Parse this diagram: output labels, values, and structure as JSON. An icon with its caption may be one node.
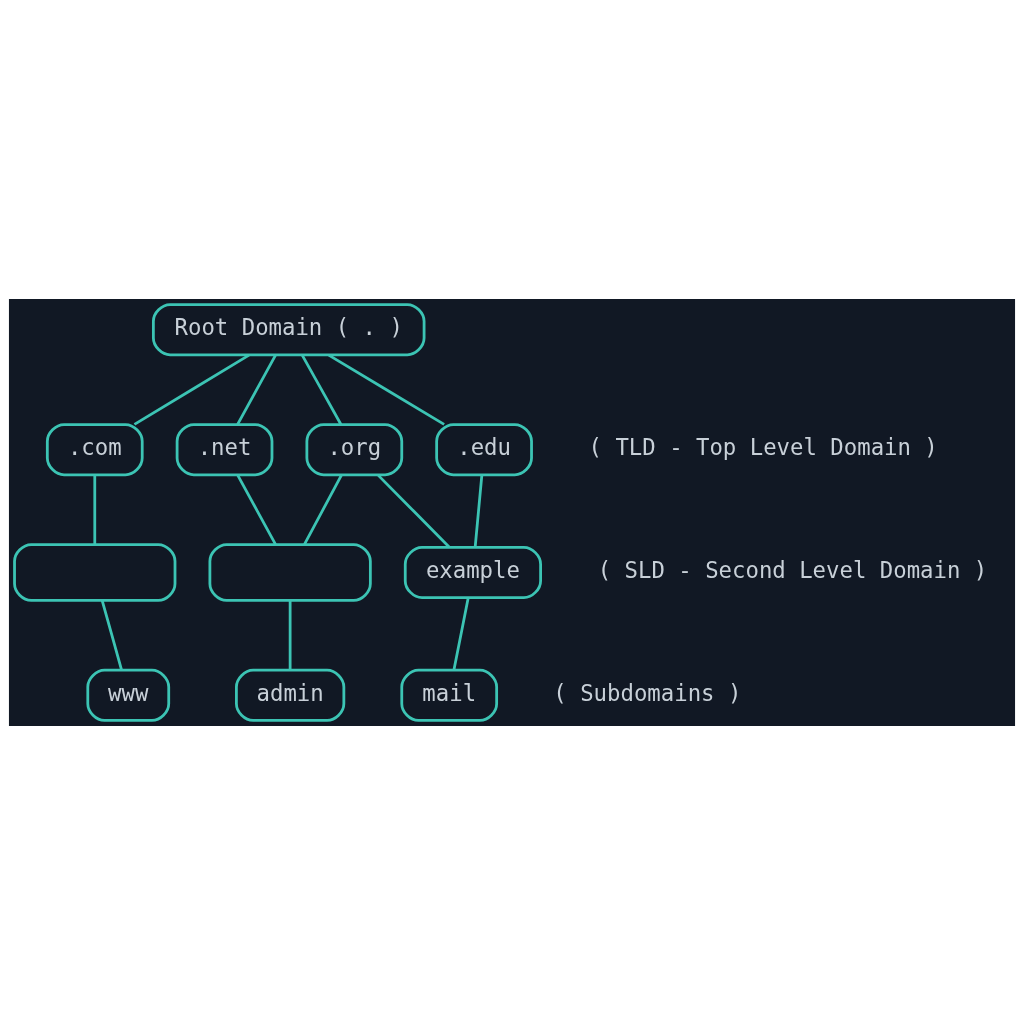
{
  "diagram": {
    "nodes": [
      {
        "text": [
          "Root Domain ( . )"
        ]
      },
      {
        "text": [
          ".com"
        ]
      },
      {
        "text": [
          ".net"
        ]
      },
      {
        "text": [
          ".org"
        ]
      },
      {
        "text": [
          ".edu"
        ]
      },
      {
        "text": [],
        "shape": "box"
      },
      {
        "text": [],
        "shape": "box"
      },
      {
        "text": [
          "example"
        ]
      },
      {
        "text": [
          "www"
        ]
      },
      {
        "text": [
          "admin"
        ]
      },
      {
        "text": [
          "mail"
        ]
      }
    ],
    "edges": [
      {
        "from": 0,
        "to": 1,
        "arrow": "none"
      },
      {
        "from": 0,
        "to": 2,
        "arrow": "none"
      },
      {
        "from": 0,
        "to": 3,
        "arrow": "none"
      },
      {
        "from": 0,
        "to": 4,
        "arrow": "none"
      },
      {
        "from": 1,
        "to": 5,
        "arrow": "none"
      },
      {
        "from": 2,
        "to": 6,
        "arrow": "none"
      },
      {
        "from": 3,
        "to": 6,
        "arrow": "none"
      },
      {
        "from": 3,
        "to": 7,
        "arrow": "none"
      },
      {
        "from": 4,
        "to": 7,
        "arrow": "none"
      },
      {
        "from": 5,
        "to": 8,
        "arrow": "none"
      },
      {
        "from": 6,
        "to": 9,
        "arrow": "none"
      },
      {
        "from": 7,
        "to": 10,
        "arrow": "none"
      }
    ],
    "labels": [
      "( TLD - Top Level Domain )",
      "( SLD - Second Level Domain )",
      "( Subdomains )"
    ]
  }
}
